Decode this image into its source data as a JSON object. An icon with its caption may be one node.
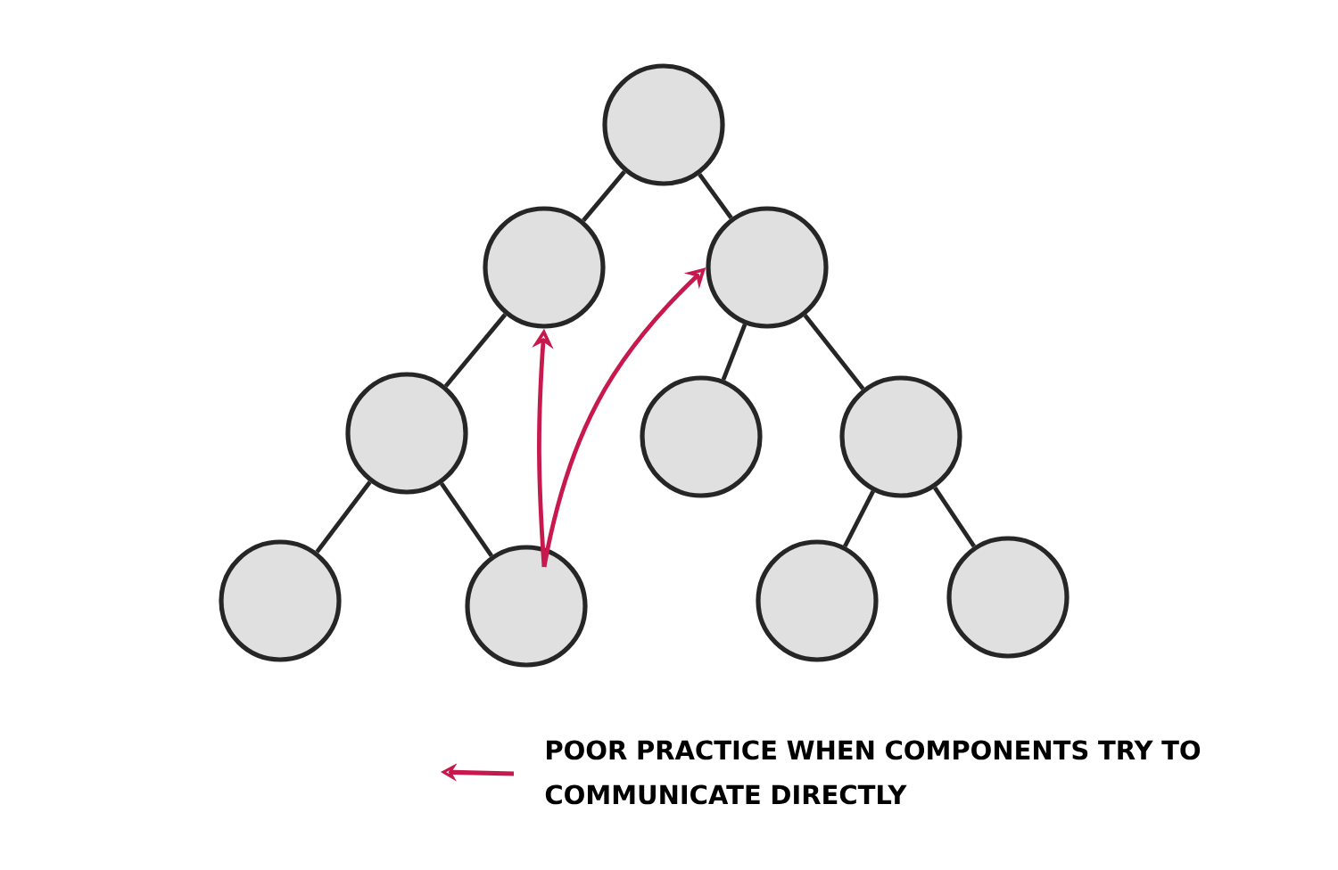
{
  "diagram": {
    "nodes": [
      {
        "text": [],
        "shape": "circle"
      },
      {
        "text": [],
        "shape": "circle"
      },
      {
        "text": [],
        "shape": "circle"
      },
      {
        "text": [],
        "shape": "circle"
      },
      {
        "text": [],
        "shape": "circle"
      },
      {
        "text": [],
        "shape": "circle"
      },
      {
        "text": [],
        "shape": "circle"
      },
      {
        "text": [],
        "shape": "circle"
      },
      {
        "text": [],
        "shape": "circle"
      },
      {
        "text": [],
        "shape": "circle"
      }
    ],
    "edges": [
      {
        "from": 0,
        "to": 1,
        "arrow": "none"
      },
      {
        "from": 0,
        "to": 2,
        "arrow": "none"
      },
      {
        "from": 1,
        "to": 3,
        "arrow": "none"
      },
      {
        "from": 2,
        "to": 4,
        "arrow": "none"
      },
      {
        "from": 2,
        "to": 5,
        "arrow": "none"
      },
      {
        "from": 3,
        "to": 6,
        "arrow": "none"
      },
      {
        "from": 3,
        "to": 7,
        "arrow": "none"
      },
      {
        "from": 5,
        "to": 8,
        "arrow": "none"
      },
      {
        "from": 5,
        "to": 9,
        "arrow": "none"
      },
      {
        "from": 7,
        "to": 1,
        "arrow": "to",
        "color": "#c8194e"
      },
      {
        "from": 7,
        "to": 2,
        "arrow": "to",
        "color": "#c8194e"
      }
    ],
    "legend": [
      {
        "text": "POOR PRACTICE WHEN COMPONENTS TRY TO COMMUNICATE DIRECTLY"
      }
    ]
  }
}
